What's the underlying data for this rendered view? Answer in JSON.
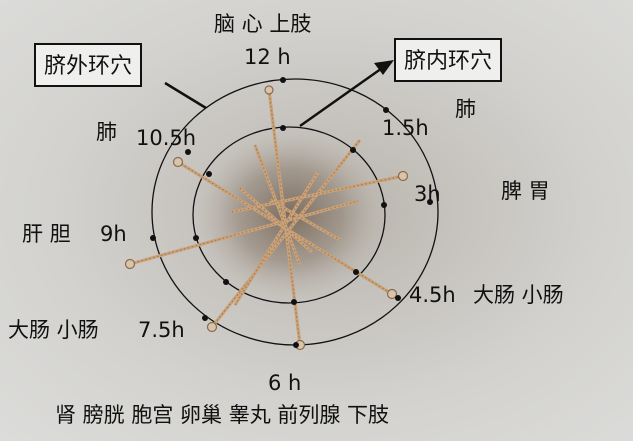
{
  "callouts": {
    "outer_ring": "脐外环穴",
    "inner_ring": "脐内环穴"
  },
  "clock_labels": {
    "h12": "12 h",
    "h1_5": "1.5h",
    "h3": "3h",
    "h4_5": "4.5h",
    "h6": "6 h",
    "h7_5": "7.5h",
    "h9": "9h",
    "h10_5": "10.5h"
  },
  "organ_labels": {
    "top": "脑 心 上肢",
    "upper_right": "肺",
    "right": "脾 胃",
    "lower_right": "大肠 小肠",
    "bottom": "肾 膀胱 胞宫 卵巢 睾丸 前列腺 下肢",
    "lower_left": "大肠 小肠",
    "left": "肝 胆",
    "upper_left": "肺"
  },
  "colors": {
    "ring": "#111111",
    "needle": "#c9a27a",
    "needle_coil": "#a57a52",
    "bruise": "#7d6f62"
  }
}
